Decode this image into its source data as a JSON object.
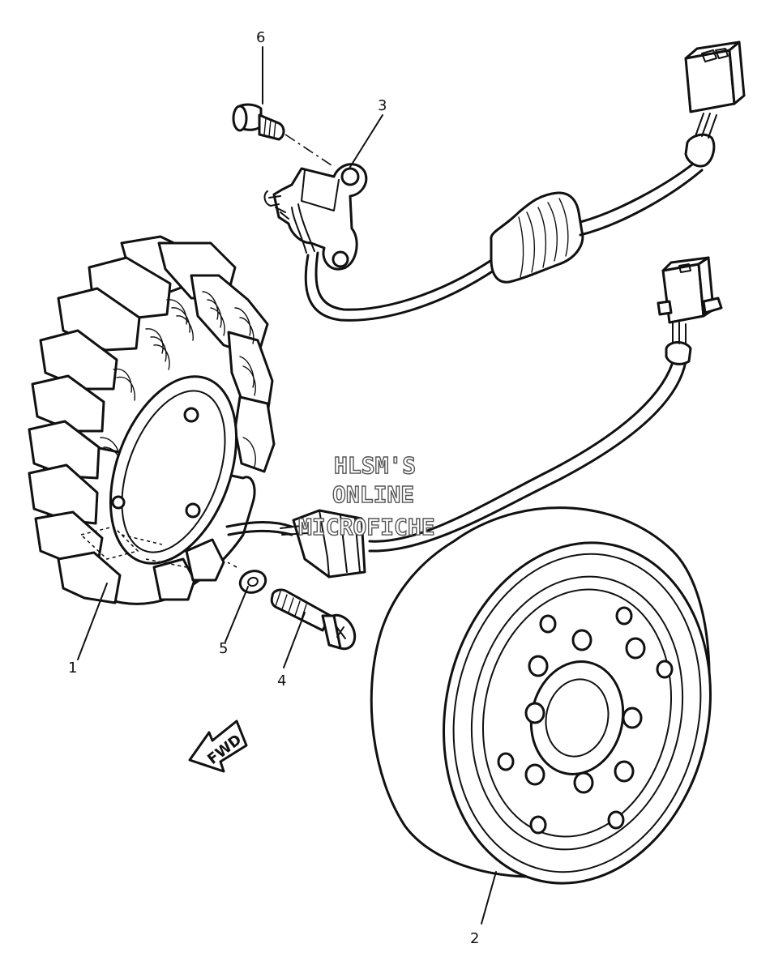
{
  "watermark": {
    "line1": "HLSM'S",
    "line2": "ONLINE",
    "line3": "MICROFICHE"
  },
  "callouts": [
    "1",
    "2",
    "3",
    "4",
    "5",
    "6"
  ],
  "direction_arrow": {
    "label": "FWD"
  }
}
